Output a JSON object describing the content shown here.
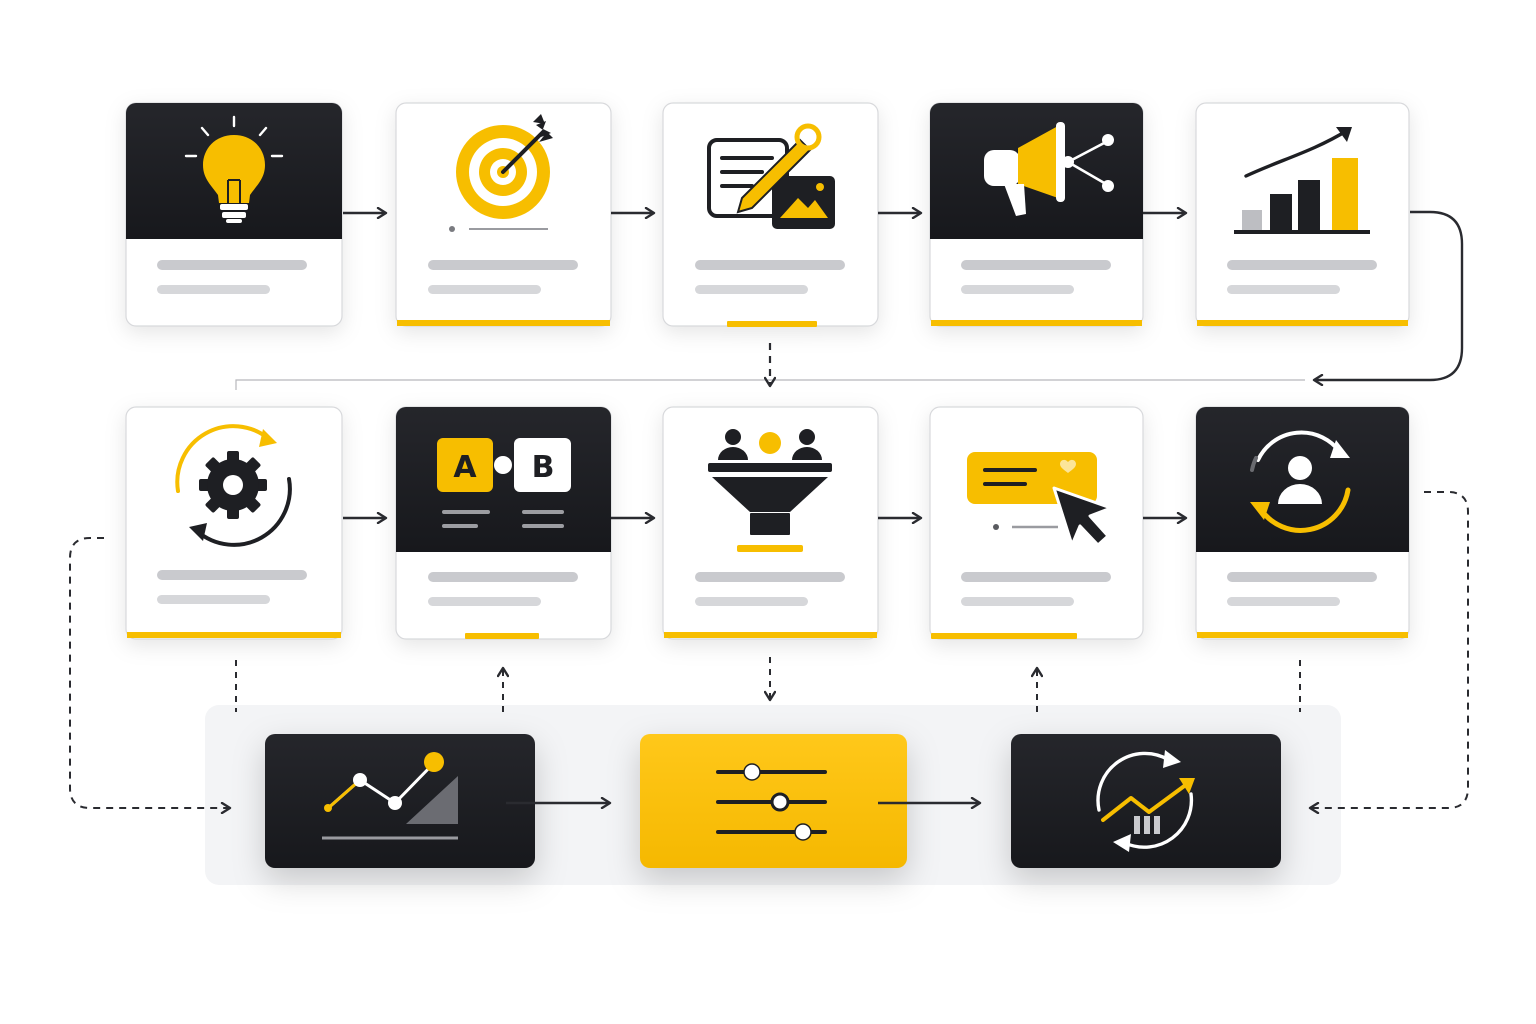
{
  "colors": {
    "accent": "#F7BE00",
    "dark": "#1E1F23",
    "card_border": "#DADBDE",
    "placeholder_line": "#C9CACE",
    "connector": "#2A2B30",
    "band": "#F1F2F4",
    "white": "#FFFFFF"
  },
  "row1": [
    {
      "icon": "lightbulb-icon",
      "header": "dark",
      "accent_bar": "none"
    },
    {
      "icon": "target-arrow-icon",
      "header": "light",
      "accent_bar": "full"
    },
    {
      "icon": "content-edit-icon",
      "header": "light",
      "accent_bar": "partial"
    },
    {
      "icon": "megaphone-network-icon",
      "header": "dark",
      "accent_bar": "full"
    },
    {
      "icon": "growth-chart-icon",
      "header": "light",
      "accent_bar": "full"
    }
  ],
  "row2": [
    {
      "icon": "gear-cycle-icon",
      "header": "light",
      "accent_bar": "full"
    },
    {
      "icon": "ab-test-icon",
      "header": "dark",
      "accent_bar": "partial",
      "label_a": "A",
      "label_b": "B"
    },
    {
      "icon": "funnel-audience-icon",
      "header": "light",
      "accent_bar": "full"
    },
    {
      "icon": "cta-click-icon",
      "header": "light",
      "accent_bar": "partial"
    },
    {
      "icon": "customer-retention-icon",
      "header": "dark",
      "accent_bar": "full"
    }
  ],
  "row3": [
    {
      "icon": "trend-analytics-icon",
      "style": "dark"
    },
    {
      "icon": "settings-sliders-icon",
      "style": "accent"
    },
    {
      "icon": "optimization-cycle-icon",
      "style": "dark"
    }
  ]
}
